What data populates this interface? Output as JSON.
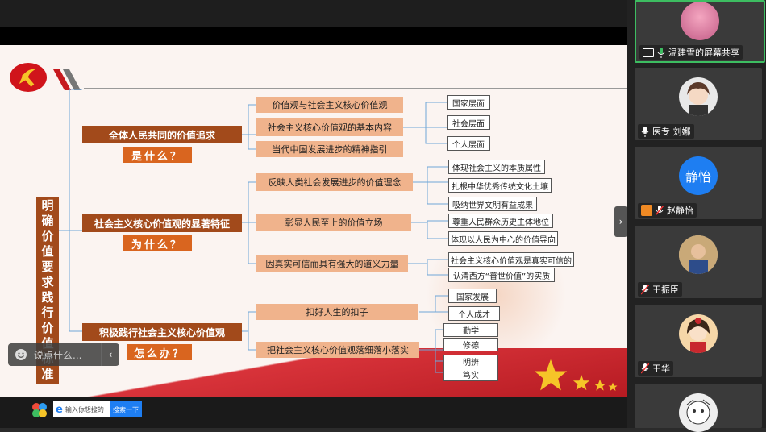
{
  "mindmap": {
    "vertical_title": "明确价值要求  践行价值标准",
    "branch1": {
      "title": "全体人民共同的价值追求",
      "question": "是什么？",
      "items": [
        "价值观与社会主义核心价值观",
        "社会主义核心价值观的基本内容",
        "当代中国发展进步的精神指引"
      ],
      "leaves": [
        "国家层面",
        "社会层面",
        "个人层面"
      ]
    },
    "branch2": {
      "title": "社会主义核心价值观的显著特征",
      "question": "为什么？",
      "items": [
        "反映人类社会发展进步的价值理念",
        "彰显人民至上的价值立场",
        "因真实可信而具有强大的道义力量"
      ],
      "leaves": [
        "体现社会主义的本质属性",
        "扎根中华优秀传统文化土壤",
        "吸纳世界文明有益成果",
        "尊重人民群众历史主体地位",
        "体现以人民为中心的价值导向",
        "社会主义核心价值观是真实可信的",
        "认清西方“普世价值”的实质"
      ]
    },
    "branch3": {
      "title": "积极践行社会主义核心价值观",
      "question": "怎么办？",
      "items": [
        "扣好人生的扣子",
        "把社会主义核心价值观落细落小落实"
      ],
      "leaves": [
        "国家发展",
        "个人成才",
        "勤学",
        "修德",
        "明辨",
        "笃实"
      ]
    }
  },
  "chat": {
    "placeholder": "说点什么..."
  },
  "taskbar": {
    "search_placeholder": "输入你想搜的",
    "search_button": "搜索一下"
  },
  "participants": [
    {
      "name": "温建雪的屏幕共享",
      "avatar_text": ""
    },
    {
      "name": "医专 刘娜",
      "avatar_text": ""
    },
    {
      "name": "赵静怡",
      "avatar_text": "静怡"
    },
    {
      "name": "王振臣",
      "avatar_text": ""
    },
    {
      "name": "王华",
      "avatar_text": ""
    },
    {
      "name": "",
      "avatar_text": ""
    }
  ],
  "colors": {
    "dark_brown": "#a24a1b",
    "light_orange": "#f0b38c",
    "accent_green": "#3dbd61",
    "avatar_blue": "#1e7ef2"
  }
}
